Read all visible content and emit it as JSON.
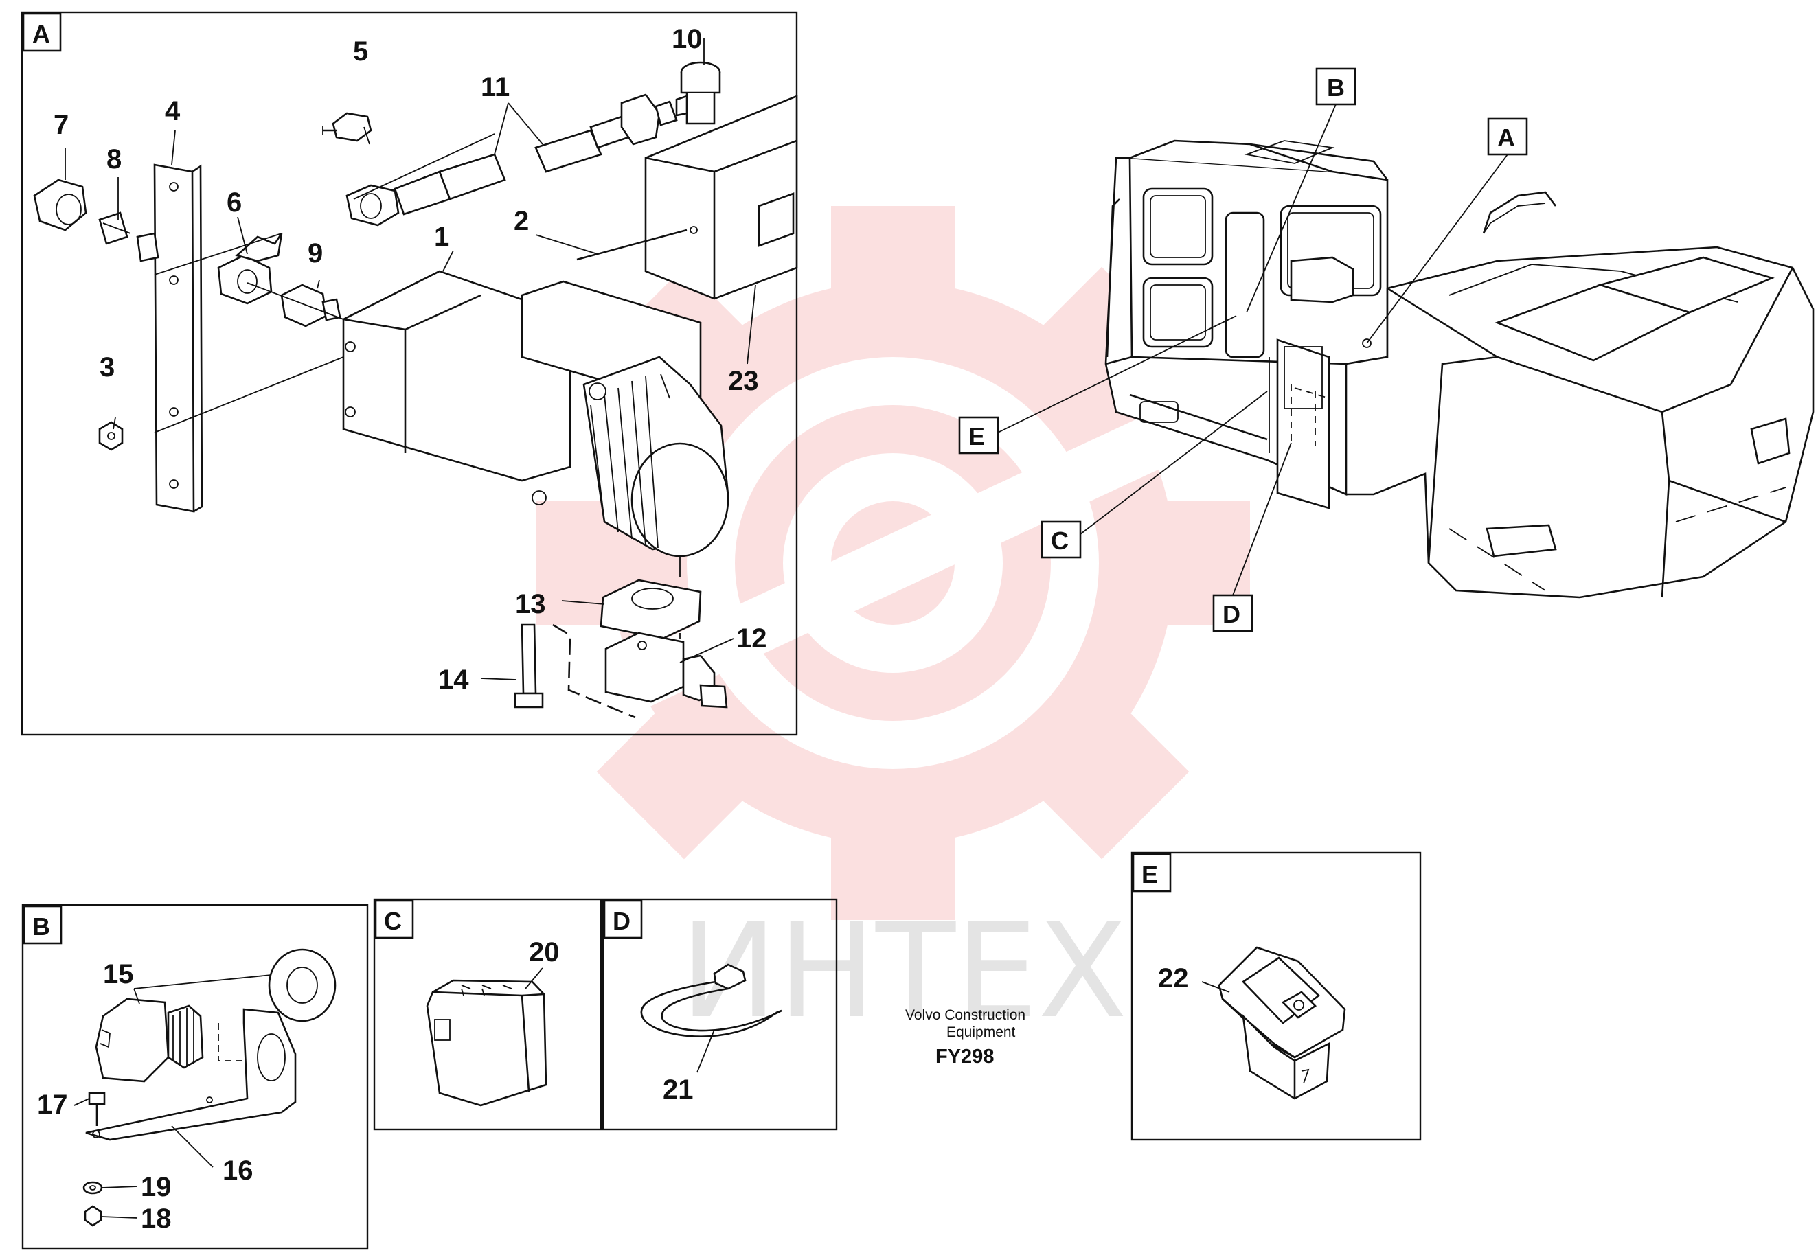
{
  "panels": {
    "A": {
      "tag": "A"
    },
    "B": {
      "tag": "B"
    },
    "C": {
      "tag": "C"
    },
    "D": {
      "tag": "D"
    },
    "E": {
      "tag": "E"
    }
  },
  "callouts": {
    "c1": "1",
    "c2": "2",
    "c3": "3",
    "c4": "4",
    "c5": "5",
    "c6": "6",
    "c7": "7",
    "c8": "8",
    "c9": "9",
    "c10": "10",
    "c11": "11",
    "c12": "12",
    "c13": "13",
    "c14": "14",
    "c15": "15",
    "c16": "16",
    "c17": "17",
    "c18": "18",
    "c19": "19",
    "c20": "20",
    "c21": "21",
    "c22": "22",
    "c23": "23"
  },
  "overview_tags": {
    "A": "A",
    "B": "B",
    "C": "C",
    "D": "D",
    "E": "E"
  },
  "caption": {
    "line1": "Volvo Construction",
    "line2": "Equipment",
    "code": "FY298"
  },
  "watermark": {
    "text": "ИНТЕХ",
    "color": "#f07878"
  }
}
